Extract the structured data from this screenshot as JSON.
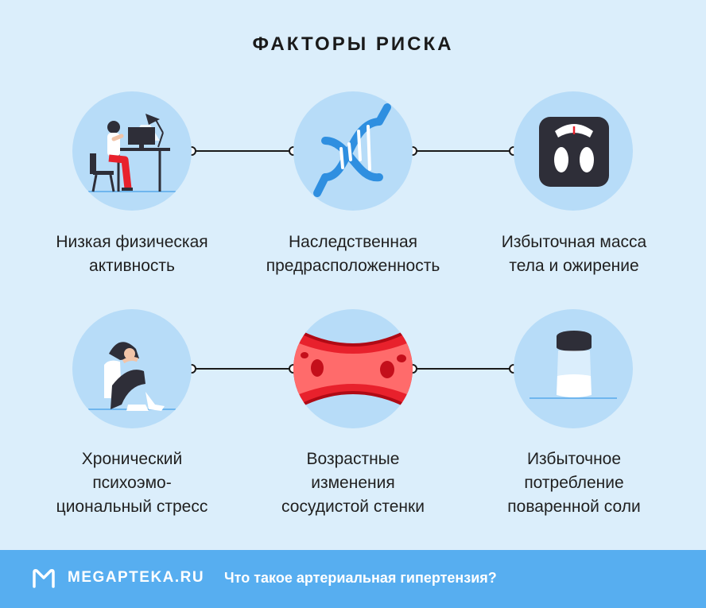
{
  "title": "ФАКТОРЫ РИСКА",
  "factors": [
    {
      "label1": "Низкая физическая",
      "label2": "активность",
      "icon": "person-at-desk-icon"
    },
    {
      "label1": "Наследственная",
      "label2": "предрасположенность",
      "icon": "dna-icon"
    },
    {
      "label1": "Избыточная масса",
      "label2": "тела и ожирение",
      "icon": "scale-icon"
    },
    {
      "label1": "Хронический",
      "label2": "психоэмо-",
      "label3": "циональный стресс",
      "icon": "stressed-person-icon"
    },
    {
      "label1": "Возрастные",
      "label2": "изменения",
      "label3": "сосудистой стенки",
      "icon": "blood-vessel-icon"
    },
    {
      "label1": "Избыточное",
      "label2": "потребление",
      "label3": "поваренной соли",
      "icon": "salt-shaker-icon"
    }
  ],
  "footer": {
    "brand": "MEGAPTEKA.RU",
    "link": "Что такое артериальная гипертензия?"
  },
  "colors": {
    "background": "#dbeefb",
    "circle": "#b7dcf8",
    "footer": "#57aef0",
    "accent_red": "#e8212c"
  }
}
